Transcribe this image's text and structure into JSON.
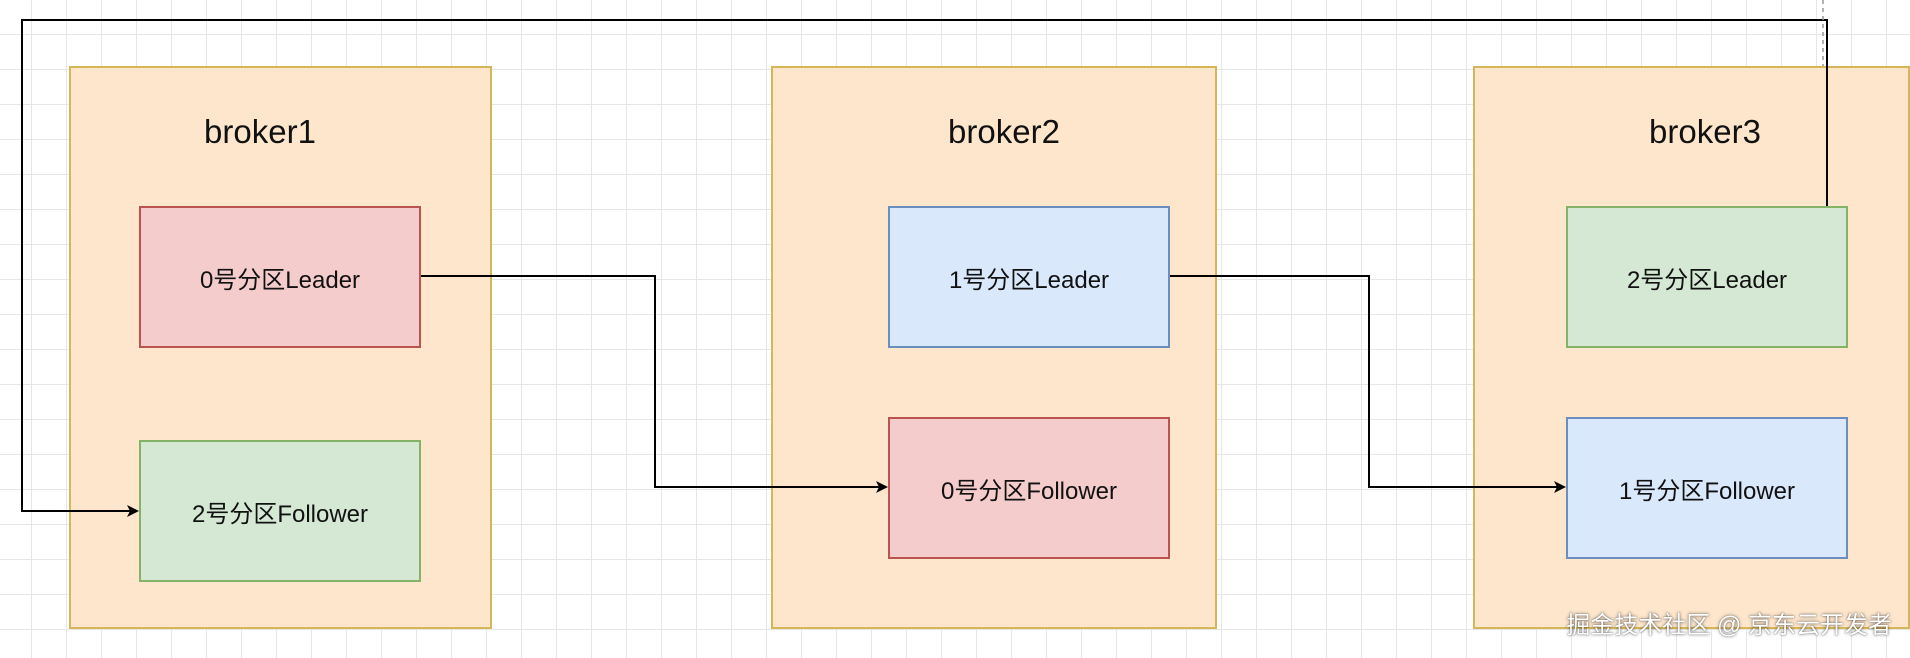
{
  "brokers": [
    {
      "name": "broker1"
    },
    {
      "name": "broker2"
    },
    {
      "name": "broker3"
    }
  ],
  "partitions": {
    "p0_leader": {
      "label": "0号分区Leader"
    },
    "p2_follower": {
      "label": "2号分区Follower"
    },
    "p1_leader": {
      "label": "1号分区Leader"
    },
    "p0_follower": {
      "label": "0号分区Follower"
    },
    "p2_leader": {
      "label": "2号分区Leader"
    },
    "p1_follower": {
      "label": "1号分区Follower"
    }
  },
  "colors": {
    "broker_fill": "#fde6cc",
    "broker_border": "#d6b656",
    "red_fill": "#f4cccb",
    "blue_fill": "#dae8fb",
    "green_fill": "#d5e8d4",
    "connector": "#000000"
  },
  "watermark": "掘金技术社区 @ 京东云开发者"
}
